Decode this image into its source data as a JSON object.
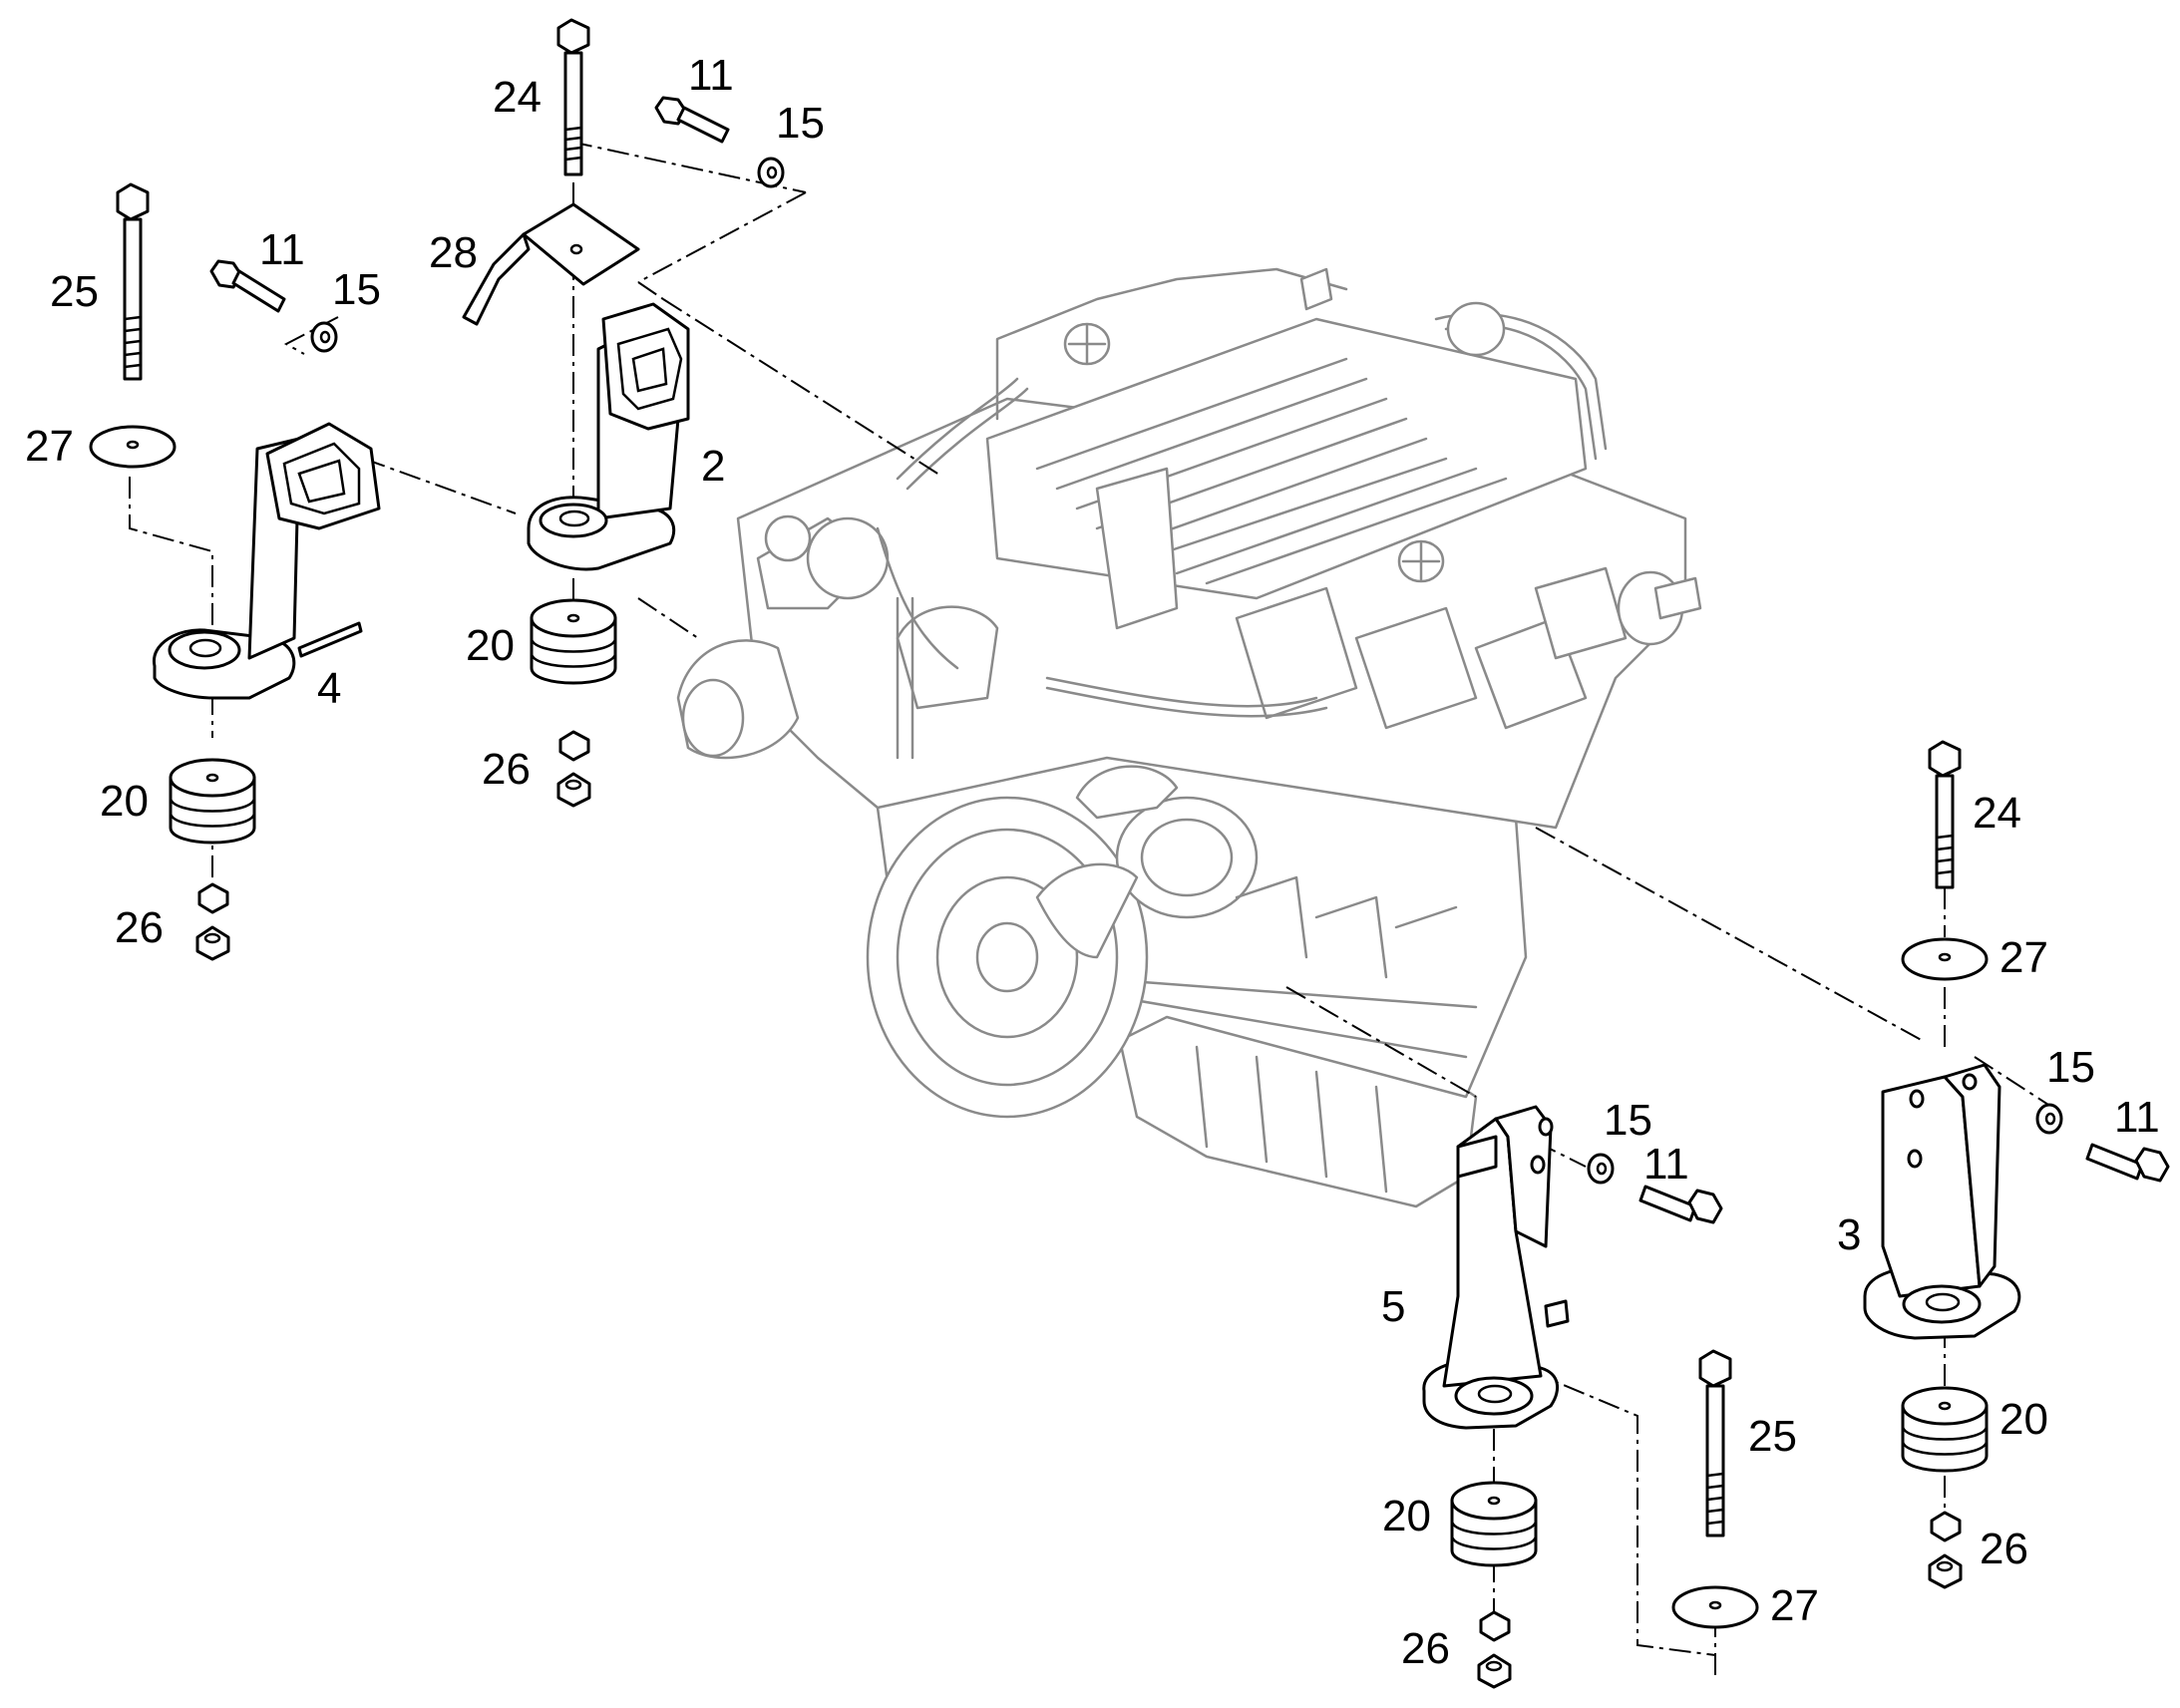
{
  "callouts": {
    "c2": "2",
    "c3": "3",
    "c4": "4",
    "c5": "5",
    "c11a": "11",
    "c11b": "11",
    "c11c": "11",
    "c11d": "11",
    "c15a": "15",
    "c15b": "15",
    "c15c": "15",
    "c15d": "15",
    "c20a": "20",
    "c20b": "20",
    "c20c": "20",
    "c20d": "20",
    "c24a": "24",
    "c24b": "24",
    "c25a": "25",
    "c25b": "25",
    "c26a": "26",
    "c26b": "26",
    "c26c": "26",
    "c26d": "26",
    "c27a": "27",
    "c27b": "27",
    "c27c": "27",
    "c28": "28"
  }
}
